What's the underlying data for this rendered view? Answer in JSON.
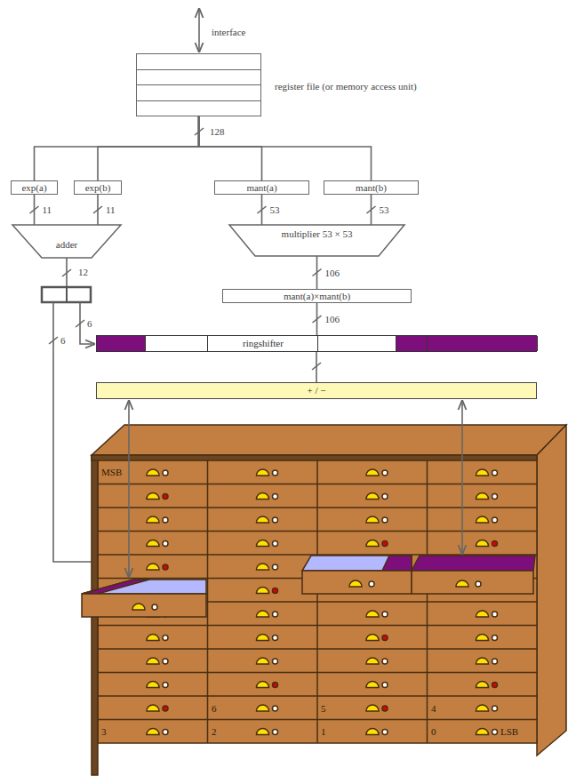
{
  "diagram": {
    "nodes": [
      {
        "text": [
          "register file (or memory access unit)"
        ]
      },
      {
        "text": [
          "exp(a)"
        ]
      },
      {
        "text": [
          "exp(b)"
        ]
      },
      {
        "text": [
          "mant(a)"
        ]
      },
      {
        "text": [
          "mant(b)"
        ]
      },
      {
        "text": [
          "adder"
        ]
      },
      {
        "text": [
          "multiplier 53 × 53"
        ]
      },
      {
        "text": [
          "mant(a)×mant(b)"
        ]
      },
      {
        "text": [
          "ringshifter"
        ]
      },
      {
        "text": [
          "+ / −"
        ]
      }
    ],
    "edges": [
      {
        "from": 0,
        "to": 1,
        "arrow": "none"
      },
      {
        "from": 0,
        "to": 2,
        "arrow": "none"
      },
      {
        "from": 0,
        "to": 3,
        "arrow": "none"
      },
      {
        "from": 0,
        "to": 4,
        "arrow": "none"
      },
      {
        "from": 1,
        "to": 5,
        "label": "11",
        "arrow": "none"
      },
      {
        "from": 2,
        "to": 5,
        "label": "11",
        "arrow": "none"
      },
      {
        "from": 3,
        "to": 6,
        "label": "53",
        "arrow": "none"
      },
      {
        "from": 4,
        "to": 6,
        "label": "53",
        "arrow": "none"
      },
      {
        "from": 6,
        "to": 7,
        "label": "106",
        "arrow": "none"
      },
      {
        "from": 7,
        "to": 8,
        "label": "106",
        "arrow": "none"
      },
      {
        "from": 8,
        "to": 9,
        "arrow": "none"
      }
    ],
    "labels": [
      "interface",
      "128",
      "12",
      "6",
      "6",
      "MSB",
      "6",
      "5",
      "4",
      "3",
      "2",
      "1",
      "0",
      "LSB"
    ]
  }
}
